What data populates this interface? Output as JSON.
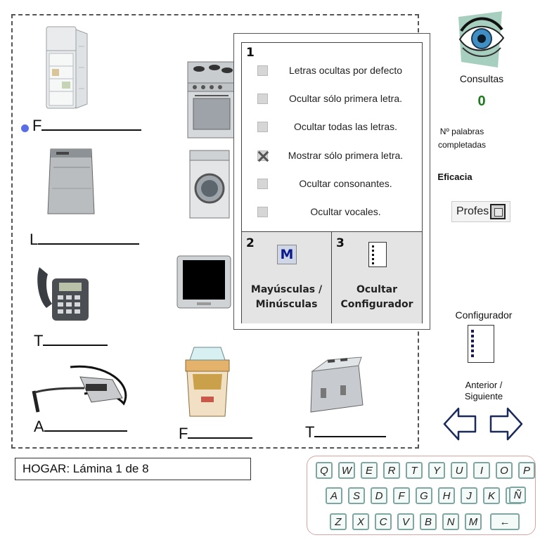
{
  "board": {
    "items": [
      {
        "id": "fridge",
        "letter": "F",
        "icon": "refrigerator-icon"
      },
      {
        "id": "stove",
        "letter": "",
        "icon": "stove-oven-icon"
      },
      {
        "id": "dishwasher",
        "letter": "L",
        "icon": "dishwasher-icon"
      },
      {
        "id": "washer",
        "letter": "",
        "icon": "washing-machine-icon"
      },
      {
        "id": "phone",
        "letter": "T",
        "icon": "telephone-icon"
      },
      {
        "id": "tv",
        "letter": "",
        "icon": "television-icon"
      },
      {
        "id": "vacuum",
        "letter": "A",
        "icon": "vacuum-cleaner-icon"
      },
      {
        "id": "fryer",
        "letter": "F",
        "icon": "deep-fryer-icon"
      },
      {
        "id": "toaster",
        "letter": "T",
        "icon": "toaster-icon"
      }
    ]
  },
  "config": {
    "section1_num": "1",
    "options": [
      {
        "label": "Letras ocultas por defecto",
        "checked": false
      },
      {
        "label": "Ocultar sólo primera letra.",
        "checked": false
      },
      {
        "label": "Ocultar todas las letras.",
        "checked": false
      },
      {
        "label": "Mostrar sólo primera letra.",
        "checked": true
      },
      {
        "label": "Ocultar consonantes.",
        "checked": false
      },
      {
        "label": "Ocultar vocales.",
        "checked": false
      }
    ],
    "section2_num": "2",
    "section2_icon_text": "M",
    "section2_label_line1": "Mayúsculas /",
    "section2_label_line2": "Minúsculas",
    "section3_num": "3",
    "section3_label_line1": "Ocultar",
    "section3_label_line2": "Configurador"
  },
  "sidebar": {
    "consultas_label": "Consultas",
    "consultas_value": "0",
    "palabras_line1": "Nº palabras",
    "palabras_line2": "completadas",
    "eficacia_label": "Eficacia",
    "profes_label": "Profes",
    "configurador_label": "Configurador",
    "nav_line1": "Anterior /",
    "nav_line2": "Siguiente"
  },
  "status": {
    "text": "HOGAR: Lámina 1 de 8"
  },
  "keyboard": {
    "row1": [
      "Q",
      "W",
      "E",
      "R",
      "T",
      "Y",
      "U",
      "I",
      "O",
      "P"
    ],
    "row2": [
      "A",
      "S",
      "D",
      "F",
      "G",
      "H",
      "J",
      "K",
      "L",
      "Ñ"
    ],
    "row3": [
      "Z",
      "X",
      "C",
      "V",
      "B",
      "N",
      "M"
    ],
    "backspace": "←"
  },
  "colors": {
    "accent_green": "#1f7a1f",
    "dot_blue": "#5a6ee8",
    "key_border": "#7ea7a2"
  }
}
